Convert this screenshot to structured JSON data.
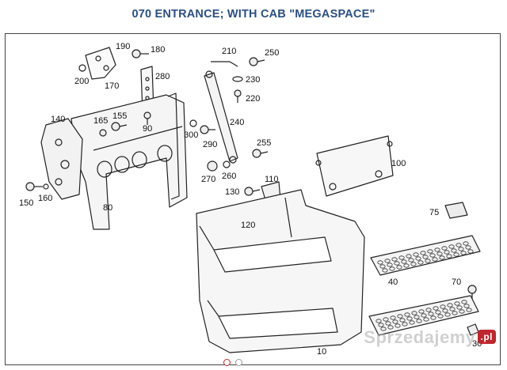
{
  "title": "070 ENTRANCE; WITH CAB \"MEGASPACE\"",
  "part_labels": {
    "p190": "190",
    "p180": "180",
    "p200": "200",
    "p170": "170",
    "p280": "280",
    "p210": "210",
    "p250": "250",
    "p230": "230",
    "p220": "220",
    "p140": "140",
    "p165": "165",
    "p155": "155",
    "p90": "90",
    "p300": "300",
    "p290": "290",
    "p240": "240",
    "p255": "255",
    "p100": "100",
    "p270": "270",
    "p260": "260",
    "p110": "110",
    "p150": "150",
    "p160": "160",
    "p80": "80",
    "p130": "130",
    "p120": "120",
    "p75": "75",
    "p40": "40",
    "p70": "70",
    "p30": "30",
    "p10": "10"
  },
  "watermark": {
    "text": "Sprzedajemy",
    "suffix": ".pl"
  },
  "carousel": {
    "slides": 2,
    "active": 1
  }
}
